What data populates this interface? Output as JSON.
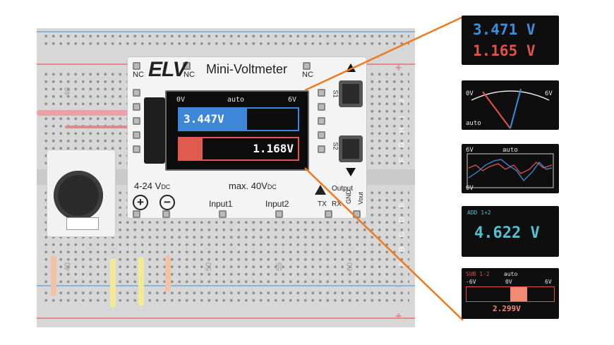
{
  "module": {
    "brand": "ELV",
    "title": "Mini-Voltmeter",
    "nc_label": "NC",
    "supply_label": "4-24 V",
    "supply_suffix": "DC",
    "max_label": "max. 40V",
    "max_suffix": "DC",
    "input1_label": "Input1",
    "input2_label": "Input2",
    "output_label": "Output",
    "gnd_label": "GND",
    "vout_label": "Vout",
    "tx_label": "TX",
    "rx_label": "RX",
    "s1_label": "S1",
    "s2_label": "S2",
    "plus_symbol": "+",
    "minus_symbol": "−"
  },
  "lcd": {
    "scale_min": "0V",
    "mode": "auto",
    "scale_max": "6V",
    "channel1_value": "3.447V",
    "channel2_value": "1.168V",
    "channel1_fill": 0.574,
    "channel2_fill": 0.195,
    "channel1_color": "#3d86d8",
    "channel2_color": "#e05a4e"
  },
  "breadboard": {
    "column_numbers": [
      "40",
      "50",
      "55",
      "60"
    ],
    "top_column_number": "40",
    "row_letters_upper": [
      "J",
      "I",
      "H",
      "G",
      "F"
    ],
    "row_letters_lower": [
      "E",
      "D",
      "C",
      "B",
      "A"
    ],
    "rail_plus": "+",
    "rail_minus": "−"
  },
  "panels": {
    "p1": {
      "line1": "3.471 V",
      "line2": "1.165 V",
      "color1": "#3a8fe0",
      "color2": "#e3524a"
    },
    "p2": {
      "scale_min": "0V",
      "scale_max": "6V",
      "mode": "auto"
    },
    "p3": {
      "top_left": "6V",
      "mode": "auto",
      "bottom_left": "0V"
    },
    "p4": {
      "label": "ADD 1+2",
      "value": "4.622 V",
      "color": "#4fc3d4"
    },
    "p5": {
      "label": "SUB 1-2",
      "mode": "auto",
      "scale_min": "-6V",
      "scale_mid": "0V",
      "scale_max": "6V",
      "value": "2.299V",
      "bar_fill": 0.383,
      "color": "#e3524a"
    }
  },
  "colors": {
    "callout_line": "#ee7a1e"
  }
}
